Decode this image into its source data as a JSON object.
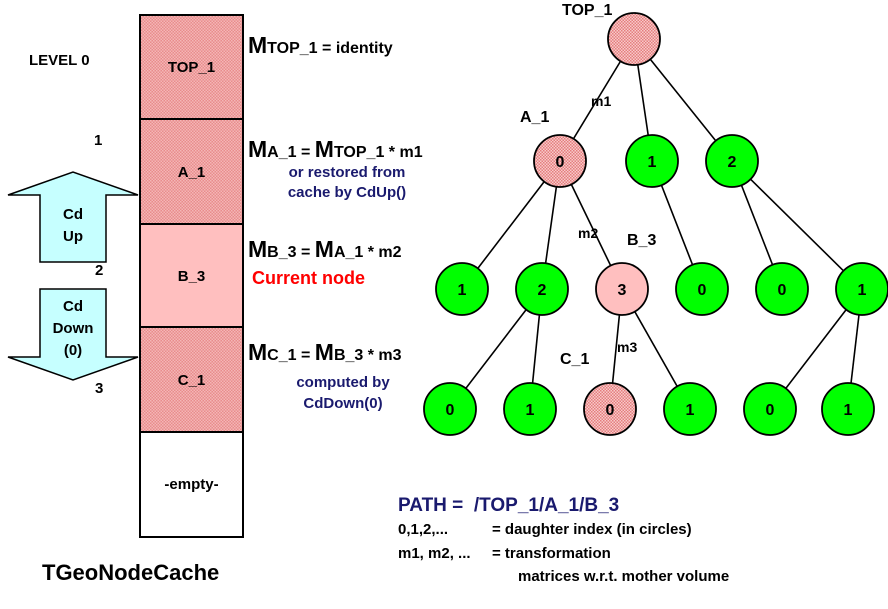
{
  "title": "TGeoNodeCache",
  "levels": [
    {
      "label": "LEVEL  0"
    },
    {
      "label": "1"
    },
    {
      "label": "2"
    },
    {
      "label": "3"
    }
  ],
  "stack": [
    {
      "name": "TOP_1",
      "style": "hatched"
    },
    {
      "name": "A_1",
      "style": "hatched"
    },
    {
      "name": "B_3",
      "style": "solid"
    },
    {
      "name": "C_1",
      "style": "hatched"
    },
    {
      "name": "-empty-",
      "style": "empty"
    }
  ],
  "arrows": {
    "up": {
      "line1": "Cd",
      "line2": "Up"
    },
    "down": {
      "line1": "Cd",
      "line2": "Down",
      "line3": "(0)"
    }
  },
  "formulas": [
    {
      "lhs_M": "M",
      "lhs_sub": "TOP_1",
      "rhs": " = identity"
    },
    {
      "lhs_M": "M",
      "lhs_sub": "A_1",
      "eq": " = ",
      "rhs_M": "M",
      "rhs_sub": "TOP_1",
      "tail": " * m1",
      "note1": "or restored from",
      "note2": "cache by CdUp()"
    },
    {
      "lhs_M": "M",
      "lhs_sub": "B_3",
      "eq": " = ",
      "rhs_M": "M",
      "rhs_sub": "A_1",
      "tail": " *  m2",
      "current": "Current node"
    },
    {
      "lhs_M": "M",
      "lhs_sub": "C_1",
      "eq": " = ",
      "rhs_M": "M",
      "rhs_sub": "B_3",
      "tail": " * m3",
      "note1": "computed by",
      "note2": "CdDown(0)"
    }
  ],
  "tree": {
    "colors": {
      "green": "#00ff00",
      "pink": "#ffbfbf",
      "hatched": "#f4b6b6",
      "stroke": "#000000"
    },
    "node_labels": {
      "top": "TOP_1",
      "a": "A_1",
      "b": "B_3",
      "c": "C_1"
    },
    "edge_labels": {
      "m1": "m1",
      "m2": "m2",
      "m3": "m3"
    },
    "level1": [
      "0",
      "1",
      "2"
    ],
    "level2": [
      "1",
      "2",
      "3",
      "0",
      "0",
      "1"
    ],
    "level3": [
      "0",
      "1",
      "0",
      "1",
      "0",
      "1"
    ]
  },
  "legend": {
    "path_label": "PATH =",
    "path_value": "/TOP_1/A_1/B_3",
    "line1_key": "0,1,2,...",
    "line1_val": "= daughter index (in circles)",
    "line2_key": "m1, m2, ...",
    "line2_val": "= transformation",
    "line3_val": "matrices w.r.t. mother volume"
  }
}
